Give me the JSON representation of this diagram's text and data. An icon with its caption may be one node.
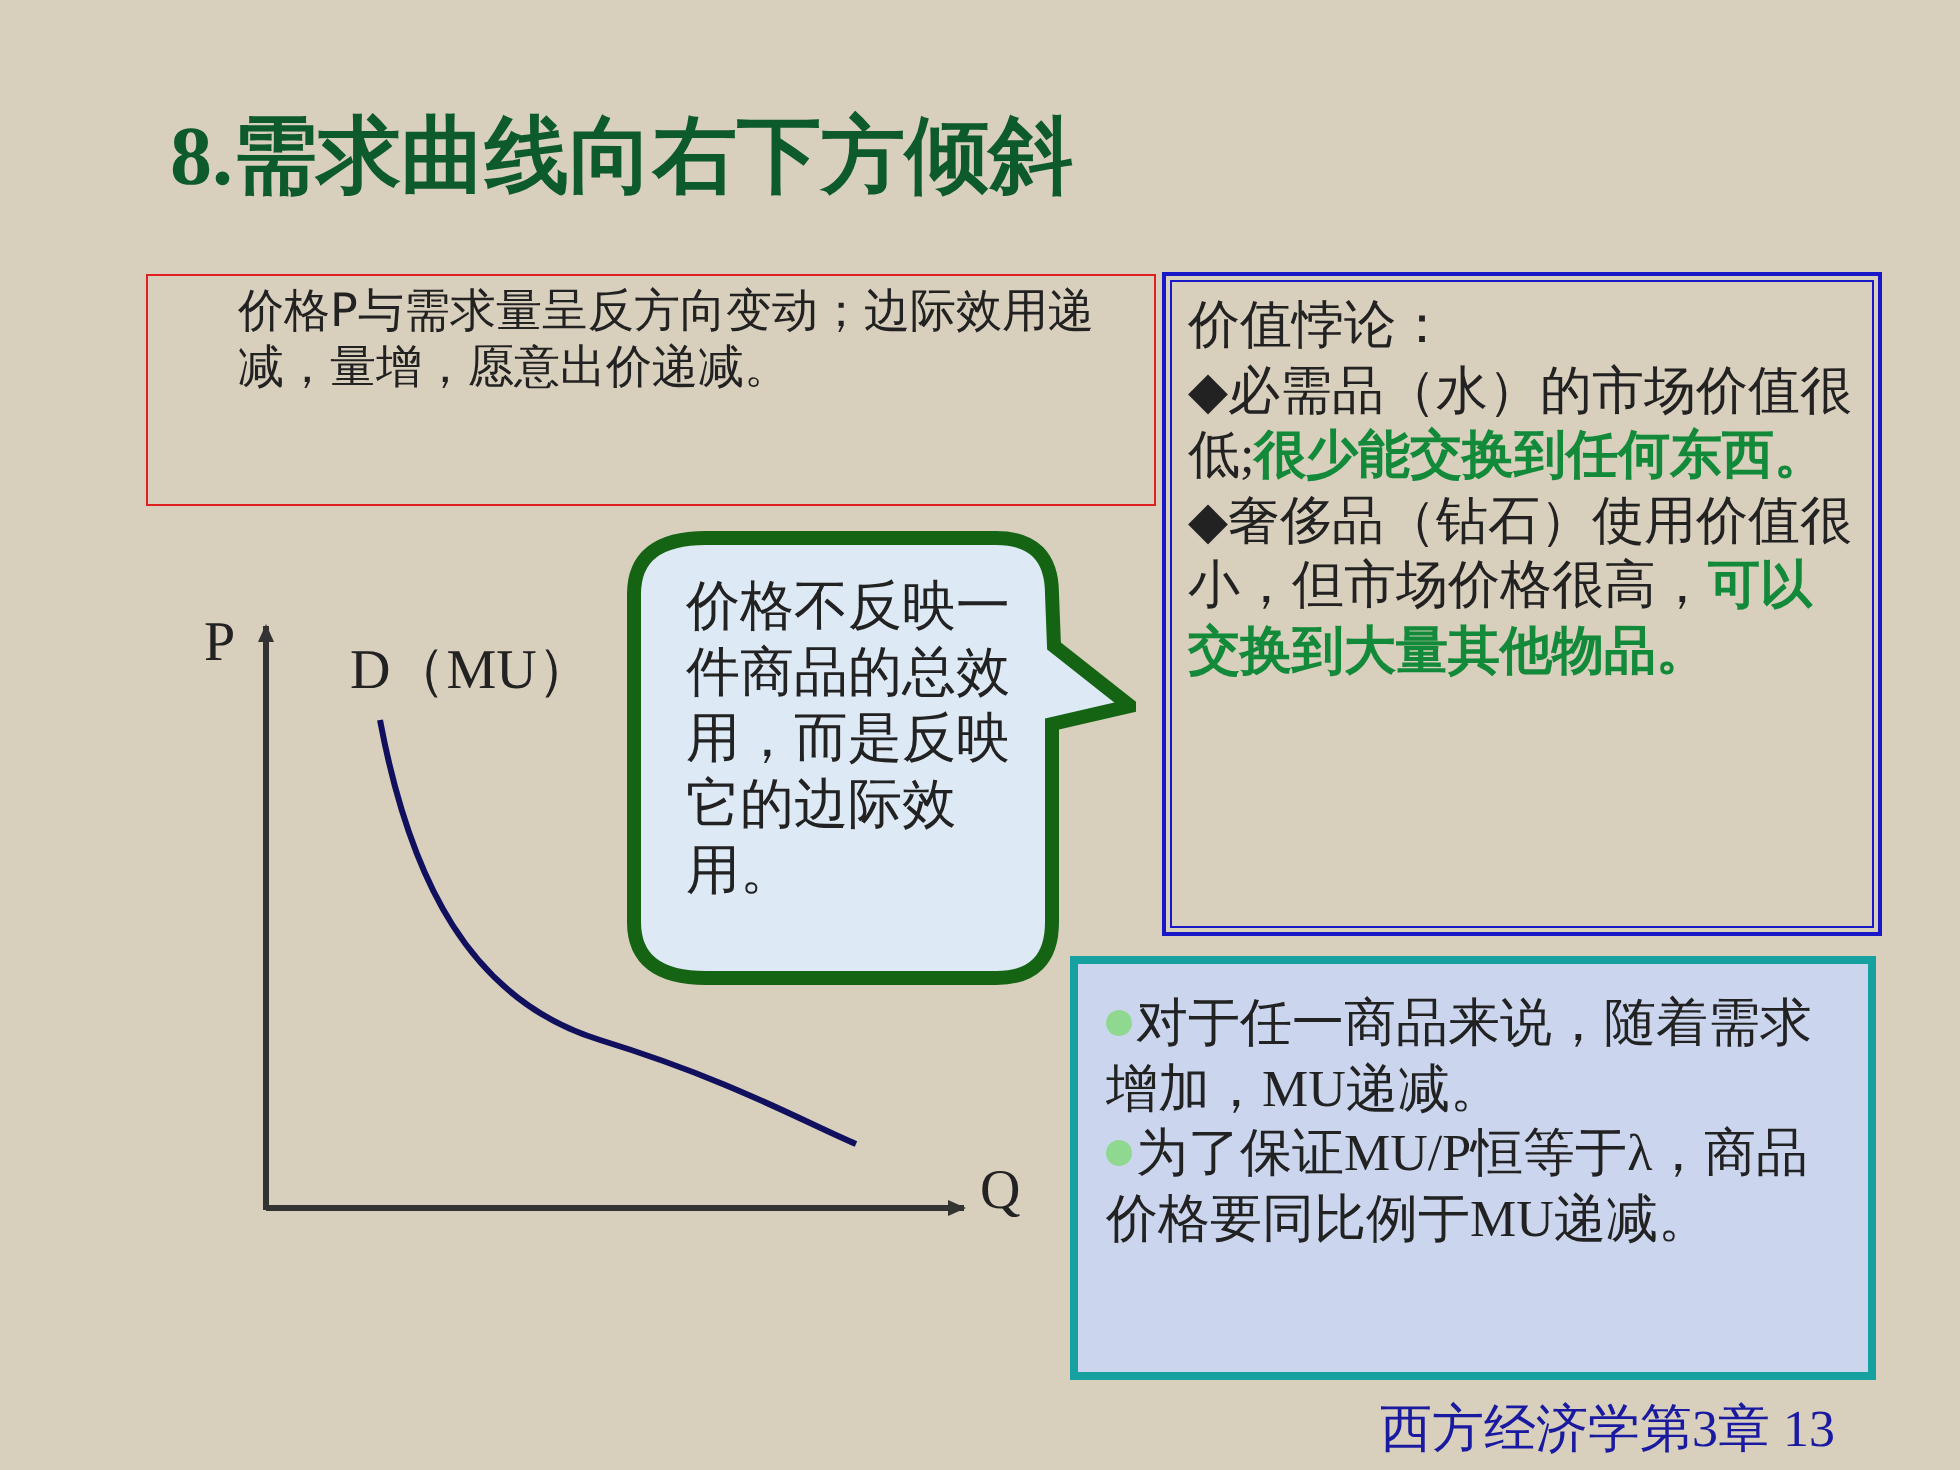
{
  "diagram": {
    "title": "8.需求曲线向右下方倾斜",
    "nodes": [
      {
        "text": [
          "价格P与需求量呈反方向变动；边际效用递减，量增，愿意出价递减。"
        ]
      },
      {
        "text": [
          "价值悖论：",
          "◆必需品（水）的市场价值很低;**很少能交换到任何东西。**",
          "◆奢侈品（钻石）使用价值很小，但市场价格很高，**可以交换到大量其他物品。**"
        ]
      },
      {
        "text": [
          "价格不反映一件商品的总效用，而是反映它的边际效用。"
        ]
      },
      {
        "text": [
          "对于任一商品来说，随着需求增加，MU递减。",
          "为了保证MU/P恒等于λ，商品价格要同比例于MU递减。"
        ]
      }
    ],
    "labels": [
      "P",
      "D（MU）",
      "Q",
      "西方经济学第3章 13"
    ]
  }
}
